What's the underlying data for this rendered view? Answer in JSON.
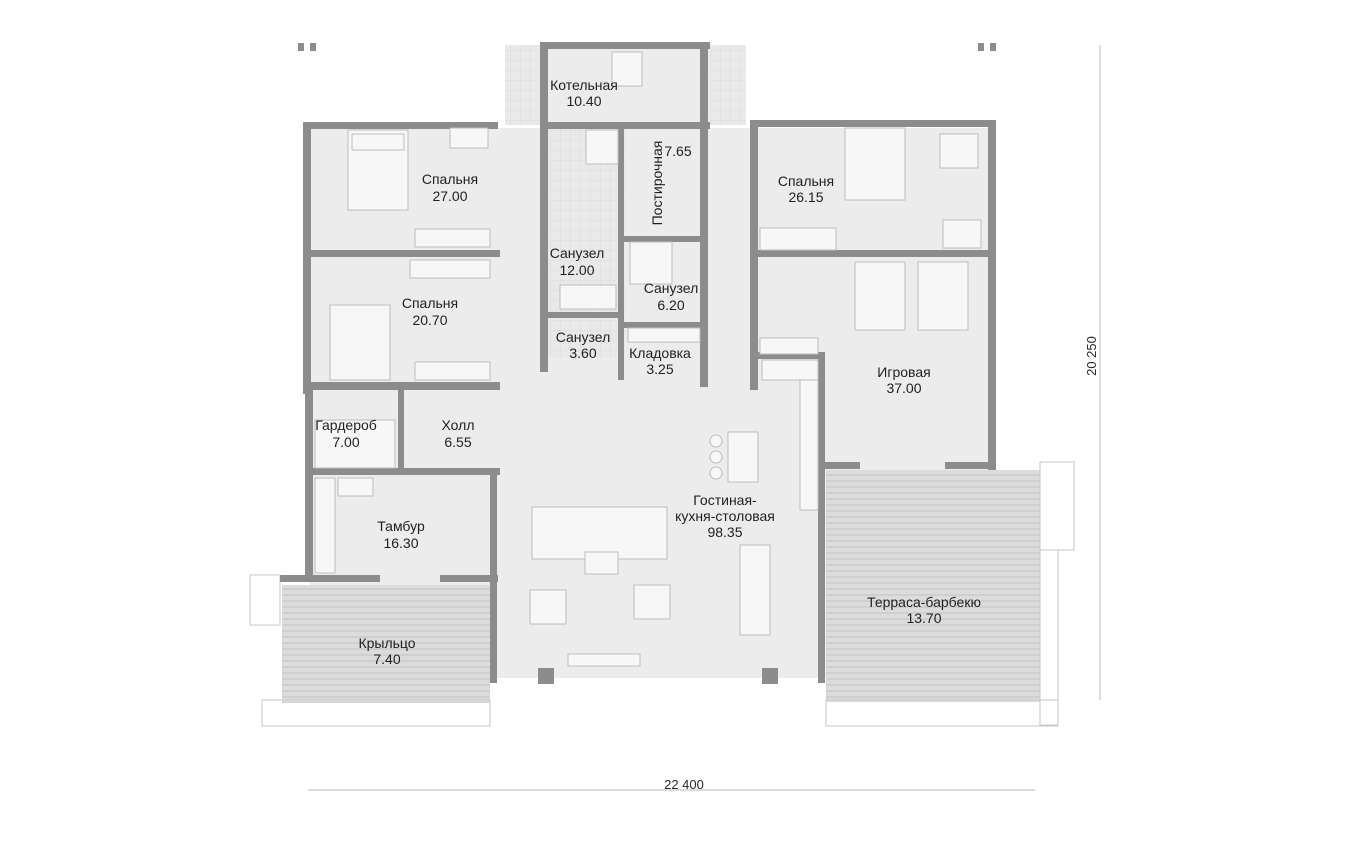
{
  "plan": {
    "rooms": [
      {
        "name": "Котельная",
        "area": "10.40"
      },
      {
        "name": "Спальня",
        "area": "27.00"
      },
      {
        "name": "Постирочная",
        "area": "7.65"
      },
      {
        "name": "Спальня",
        "area": "26.15"
      },
      {
        "name": "Санузел",
        "area": "12.00"
      },
      {
        "name": "Санузел",
        "area": "6.20"
      },
      {
        "name": "Спальня",
        "area": "20.70"
      },
      {
        "name": "Санузел",
        "area": "3.60"
      },
      {
        "name": "Кладовка",
        "area": "3.25"
      },
      {
        "name": "Игровая",
        "area": "37.00"
      },
      {
        "name": "Гардероб",
        "area": "7.00"
      },
      {
        "name": "Холл",
        "area": "6.55"
      },
      {
        "name": "Гостиная-",
        "area": "кухня-столовая"
      },
      {
        "name": "Тамбур",
        "area": "16.30"
      },
      {
        "name": "Терраса-барбекю",
        "area": "13.70"
      },
      {
        "name": "Крыльцо",
        "area": "7.40"
      }
    ],
    "living_area": "98.35",
    "dimensions": {
      "width": "22 400",
      "height": "20 250"
    }
  }
}
